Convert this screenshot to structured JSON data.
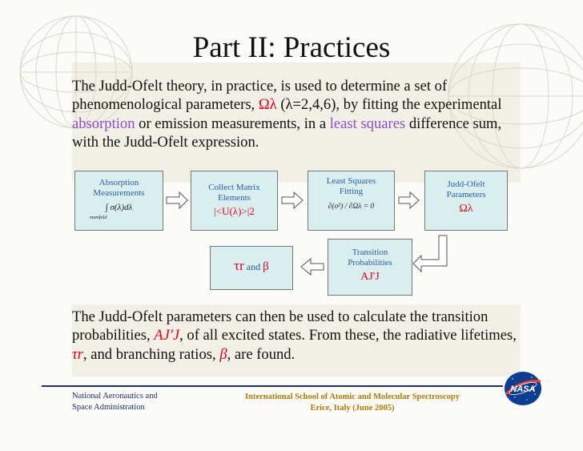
{
  "slide": {
    "title": "Part II: Practices",
    "intro": {
      "part1": "The Judd-Ofelt theory, in practice, is used to determine a set of phenomenological parameters, ",
      "omega_symbol": "Ωλ",
      "part2": " (λ=2,4,6), by fitting the experimental ",
      "absorption_word": "absorption",
      "part3": " or emission measurements, in a ",
      "least_squares_word": "least squares",
      "part4": " difference sum, with the Judd-Ofelt expression."
    },
    "flow": {
      "box1": {
        "line1": "Absorption",
        "line2": "Measurements",
        "formula": "∫ σ(λ)dλ",
        "sub": "manifold"
      },
      "box2": {
        "line1": "Collect  Matrix",
        "line2": "Elements",
        "formula": "|<U(λ)>|2"
      },
      "box3": {
        "line1": "Least Squares",
        "line2": "Fitting",
        "formula": "∂(σ²) / ∂Ωλ = 0"
      },
      "box4": {
        "line1": "Judd-Ofelt",
        "line2": "Parameters",
        "symbol": "Ωλ"
      },
      "box5": {
        "line1": "Transition",
        "line2": "Probabilities",
        "symbol": "AJ'J"
      },
      "box6": {
        "tau": "τr",
        "and": " and ",
        "beta": "β"
      }
    },
    "conclusion": {
      "part1": "The Judd-Ofelt parameters can then be used to calculate the transition probabilities, ",
      "a_symbol": "AJ'J",
      "part2": ", of all excited states. From these, the radiative lifetimes, ",
      "tau_symbol": "τr",
      "part3": ", and branching ratios, ",
      "beta_symbol": "β",
      "part4": ", are found."
    },
    "footer": {
      "left_line1": "National Aeronautics and",
      "left_line2": "Space Administration",
      "center_line1": "International School of Atomic and Molecular Spectroscopy",
      "center_line2": "Erice, Italy (June 2005)",
      "logo_text": "NASA"
    }
  }
}
